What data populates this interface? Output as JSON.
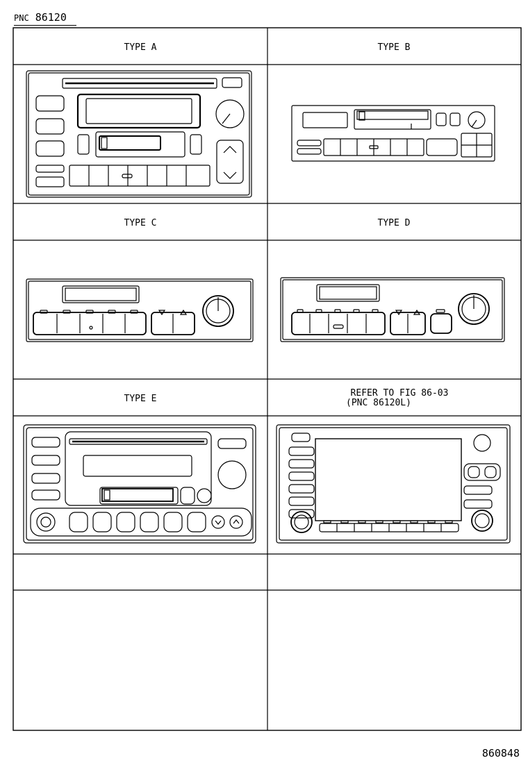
{
  "header": {
    "prefix": "PNC",
    "number": "86120"
  },
  "cells": [
    {
      "label": "TYPE A"
    },
    {
      "label": "TYPE B"
    },
    {
      "label": "TYPE C"
    },
    {
      "label": "TYPE D"
    },
    {
      "label": "TYPE E"
    },
    {
      "label_line1": "REFER TO FIG 86-03",
      "label_line2": "(PNC 86120L)"
    }
  ],
  "footer": {
    "code": "860848"
  }
}
